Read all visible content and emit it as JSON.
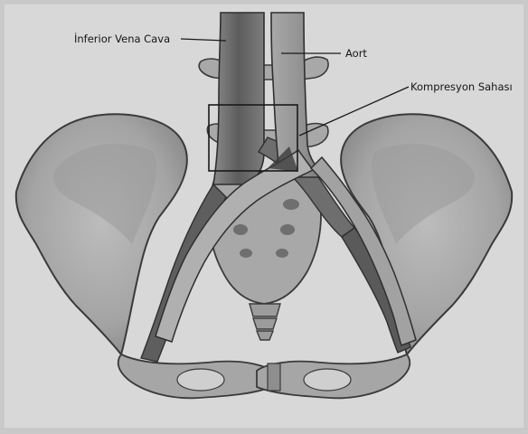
{
  "labels": {
    "ivc": "İnferior Vena Cava",
    "aorta": "Aort",
    "compression": "Kompresyon Sahası"
  },
  "colors": {
    "background": "#c9c9c9",
    "paper": "#dadada",
    "bone": "#aeaeae",
    "bone_dark": "#7b7b7b",
    "vessel_vein": "#6a6a6a",
    "vessel_artery": "#9a9a9a",
    "outline": "#3a3a3a"
  }
}
